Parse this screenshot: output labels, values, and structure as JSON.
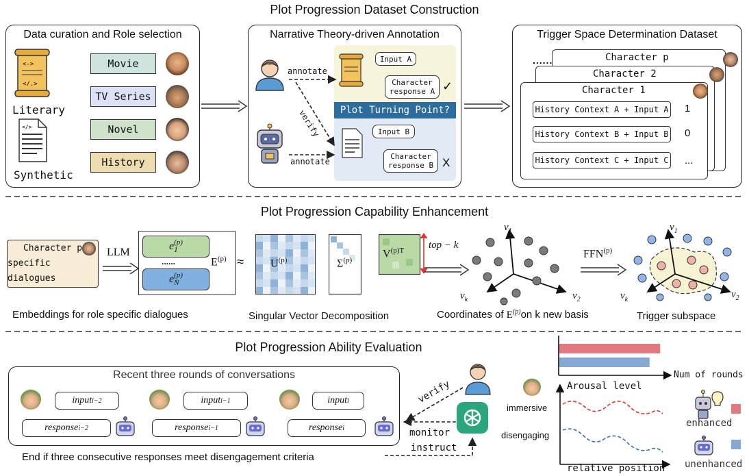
{
  "sections": {
    "construction": "Plot Progression Dataset Construction",
    "enhancement": "Plot Progression Capability Enhancement",
    "evaluation": "Plot Progression Ability Evaluation"
  },
  "curation": {
    "title": "Data curation and Role selection",
    "source_literary": "Literary",
    "source_synthetic": "Synthetic",
    "categories": [
      "Movie",
      "TV Series",
      "Novel",
      "History"
    ],
    "category_colors": [
      "#cfe3de",
      "#dbe2f5",
      "#cfe3cb",
      "#ecdcb0"
    ]
  },
  "annotation": {
    "title": "Narrative Theory-driven Annotation",
    "annotate_top": "annotate",
    "annotate_bottom": "annotate",
    "verify": "verify",
    "input_a": "Input A",
    "response_a_line1": "Character",
    "response_a_line2": "response A",
    "check": "✓",
    "turning_point": "Plot Turning Point?",
    "input_b": "Input B",
    "response_b_line1": "Character",
    "response_b_line2": "response B",
    "cross": "X"
  },
  "trigger_dataset": {
    "title": "Trigger Space Determination Dataset",
    "dots": "......",
    "char_p": "Character p",
    "char_2": "Character 2",
    "char_1": "Character 1",
    "rows": [
      {
        "text": "History Context A + Input A",
        "label": "1"
      },
      {
        "text": "History Context B + Input B",
        "label": "0"
      },
      {
        "text": "History Context C + Input C",
        "label": "..."
      }
    ]
  },
  "enhancement": {
    "dialogue_line1": "Character p",
    "dialogue_line2": "specific dialogues",
    "llm": "LLM",
    "e1_base": "e",
    "e1_sub": "1",
    "e_sup": "(p)",
    "dots": "......",
    "en_base": "e",
    "en_sub": "N",
    "E_base": "E",
    "approx": "≈",
    "U_base": "U",
    "Sigma_base": "Σ",
    "V_base": "V",
    "V_sup": "(p)",
    "V_T": "T",
    "topk": "top − k",
    "v1": "v",
    "v1_sub": "1",
    "vk": "v",
    "vk_sub": "k",
    "v2": "v",
    "v2_sub": "2",
    "ffn": "FFN",
    "ffn_sup": "(p)",
    "cap_embed": "Embeddings for role specific dialogues",
    "cap_svd": "Singular Vector Decomposition",
    "cap_coord_pre": "Coordinates of ",
    "cap_coord_E": "E",
    "cap_coord_sup": "(p)",
    "cap_coord_post": "on k new basis",
    "cap_trigger": "Trigger subspace"
  },
  "evaluation": {
    "rounds_title": "Recent three rounds of conversations",
    "inputs": [
      {
        "base": "input",
        "sub": "i−2"
      },
      {
        "base": "input",
        "sub": "i−1"
      },
      {
        "base": "input",
        "sub": "i"
      }
    ],
    "responses": [
      {
        "base": "response",
        "sub": "i−2"
      },
      {
        "base": "response",
        "sub": "i−1"
      },
      {
        "base": "response",
        "sub": "i"
      }
    ],
    "verify": "verify",
    "monitor": "monitor",
    "instruct": "instruct",
    "end_text": "End if three consecutive responses meet disengagement criteria",
    "num_rounds": "Num of rounds",
    "arousal": "Arousal level",
    "immersive": "immersive",
    "disengaging": "disengaging",
    "relative_position": "relative position",
    "enhanced": "enhanced",
    "unenhanced": "unenhanced",
    "colors": {
      "enhanced": "#e07a80",
      "unenhanced": "#86a9d4"
    }
  },
  "chart_data": {
    "type": "bar",
    "categories": [
      "enhanced",
      "unenhanced"
    ],
    "values": [
      95,
      85
    ],
    "xlabel": "Num of rounds"
  }
}
